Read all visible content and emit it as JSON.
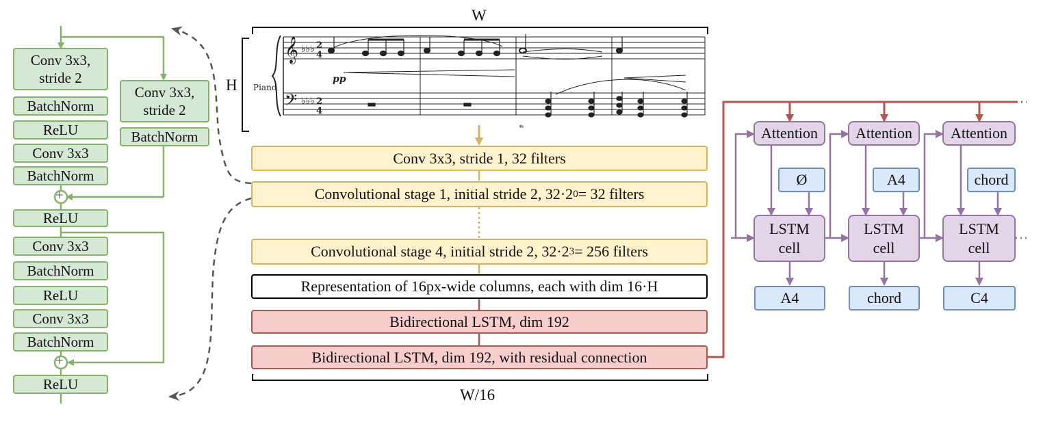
{
  "resblock": {
    "left": [
      "Conv 3x3,\nstride 2",
      "BatchNorm",
      "ReLU",
      "Conv 3x3",
      "BatchNorm"
    ],
    "skip": [
      "Conv 3x3,\nstride 2",
      "BatchNorm"
    ],
    "relu1": "ReLU",
    "plain": [
      "Conv 3x3",
      "BatchNorm",
      "ReLU",
      "Conv 3x3",
      "BatchNorm"
    ],
    "relu2": "ReLU",
    "plus": "+"
  },
  "score": {
    "width_label": "W",
    "height_label": "H",
    "instrument": "Piano",
    "dynamic": "pp",
    "output_width_label": "W/16"
  },
  "pipeline": [
    {
      "text": "Conv  3x3, stride 1, 32 filters",
      "style": "yellow"
    },
    {
      "text": "Convolutional stage 1, initial stride 2, 32·2",
      "sup": "0",
      "tail": " = 32 filters",
      "style": "yellow"
    },
    {
      "text": "Convolutional stage 4, initial stride 2, 32·2",
      "sup": "3",
      "tail": " = 256 filters",
      "style": "yellow"
    },
    {
      "text": "Representation of 16px-wide columns, each with dim 16·H",
      "style": "white"
    },
    {
      "text": "Bidirectional LSTM, dim 192",
      "style": "red"
    },
    {
      "text": "Bidirectional LSTM, dim 192, with residual connection",
      "style": "red"
    }
  ],
  "decoder": {
    "steps": [
      {
        "attention": "Attention",
        "input": "Ø",
        "cell": "LSTM\ncell",
        "output": "A4"
      },
      {
        "attention": "Attention",
        "input": "A4",
        "cell": "LSTM\ncell",
        "output": "chord"
      },
      {
        "attention": "Attention",
        "input": "chord",
        "cell": "LSTM\ncell",
        "output": "C4"
      }
    ],
    "ellipsis": "···"
  },
  "colors": {
    "green": "#82b366",
    "yellow": "#d6b656",
    "red": "#b85450",
    "purple": "#9673a6",
    "blue": "#6c8ebf",
    "dashed": "#555555"
  }
}
